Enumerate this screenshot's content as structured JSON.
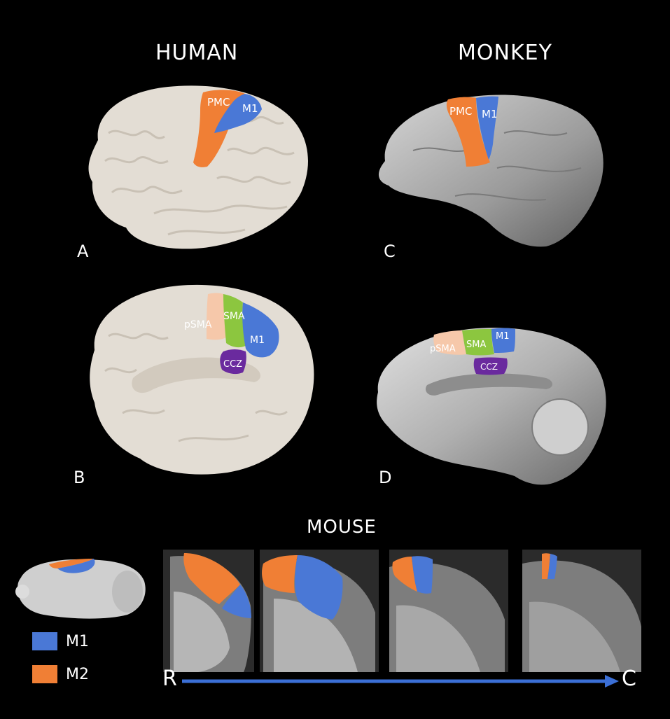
{
  "headings": {
    "human": "HUMAN",
    "monkey": "MONKEY",
    "mouse": "MOUSE"
  },
  "panels": {
    "a": "A",
    "b": "B",
    "c": "C",
    "d": "D"
  },
  "human_lateral": {
    "pmc": "PMC",
    "m1": "M1"
  },
  "human_medial": {
    "psma": "pSMA",
    "sma": "SMA",
    "m1": "M1",
    "ccz": "CCZ"
  },
  "monkey_lateral": {
    "pmc": "PMC",
    "m1": "M1"
  },
  "monkey_medial": {
    "psma": "pSMA",
    "sma": "SMA",
    "m1": "M1",
    "ccz": "CCZ"
  },
  "legend": [
    {
      "label": "M1",
      "color": "#4a78d6"
    },
    {
      "label": "M2",
      "color": "#f07f35"
    }
  ],
  "axis": {
    "rostral": "R",
    "caudal": "C"
  },
  "colors": {
    "m1": "#4a78d6",
    "pmc": "#f07f35",
    "sma": "#8cc63f",
    "psma": "#f6c8aa",
    "ccz": "#6a2a9e",
    "arrow": "#3b6fd6"
  }
}
